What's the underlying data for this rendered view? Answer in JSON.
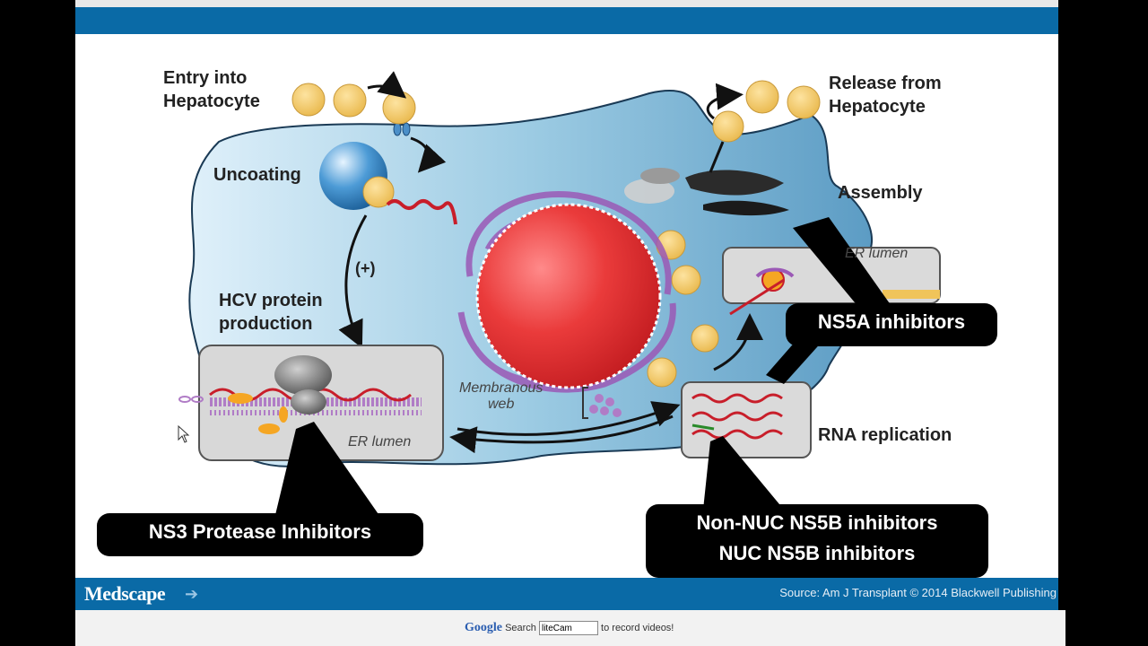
{
  "slide": {
    "entry_label": "Entry into\nHepatocyte",
    "release_label": "Release from\nHepatocyte",
    "uncoating_label": "Uncoating",
    "assembly_label": "Assembly",
    "plus_label": "(+)",
    "protein_label": "HCV protein\nproduction",
    "er_lumen_left": "ER lumen",
    "er_lumen_right": "ER lumen",
    "membranous_web": "Membranous\nweb",
    "rna_replication": "RNA replication",
    "callout_ns5a": "NS5A inhibitors",
    "callout_ns3": "NS3 Protease Inhibitors",
    "callout_ns5b_line1": "Non-NUC NS5B inhibitors",
    "callout_ns5b_line2": "NUC NS5B inhibitors"
  },
  "footer": {
    "logo": "Medscape",
    "logo_icon": "arrow-right-icon",
    "source": "Source: Am J Transplant © 2014 Blackwell Publishing"
  },
  "bottom_bar": {
    "google": "Google",
    "search_label": "Search",
    "search_value": "liteCam",
    "suffix": "to record videos!"
  },
  "colors": {
    "header_blue": "#0a6aa6",
    "cell_blue": "#9cc8e0",
    "nucleus_red": "#e8323a",
    "virion_yellow": "#f0c45a",
    "rna_red": "#c81e2a",
    "er_purple": "#9b59b6"
  }
}
